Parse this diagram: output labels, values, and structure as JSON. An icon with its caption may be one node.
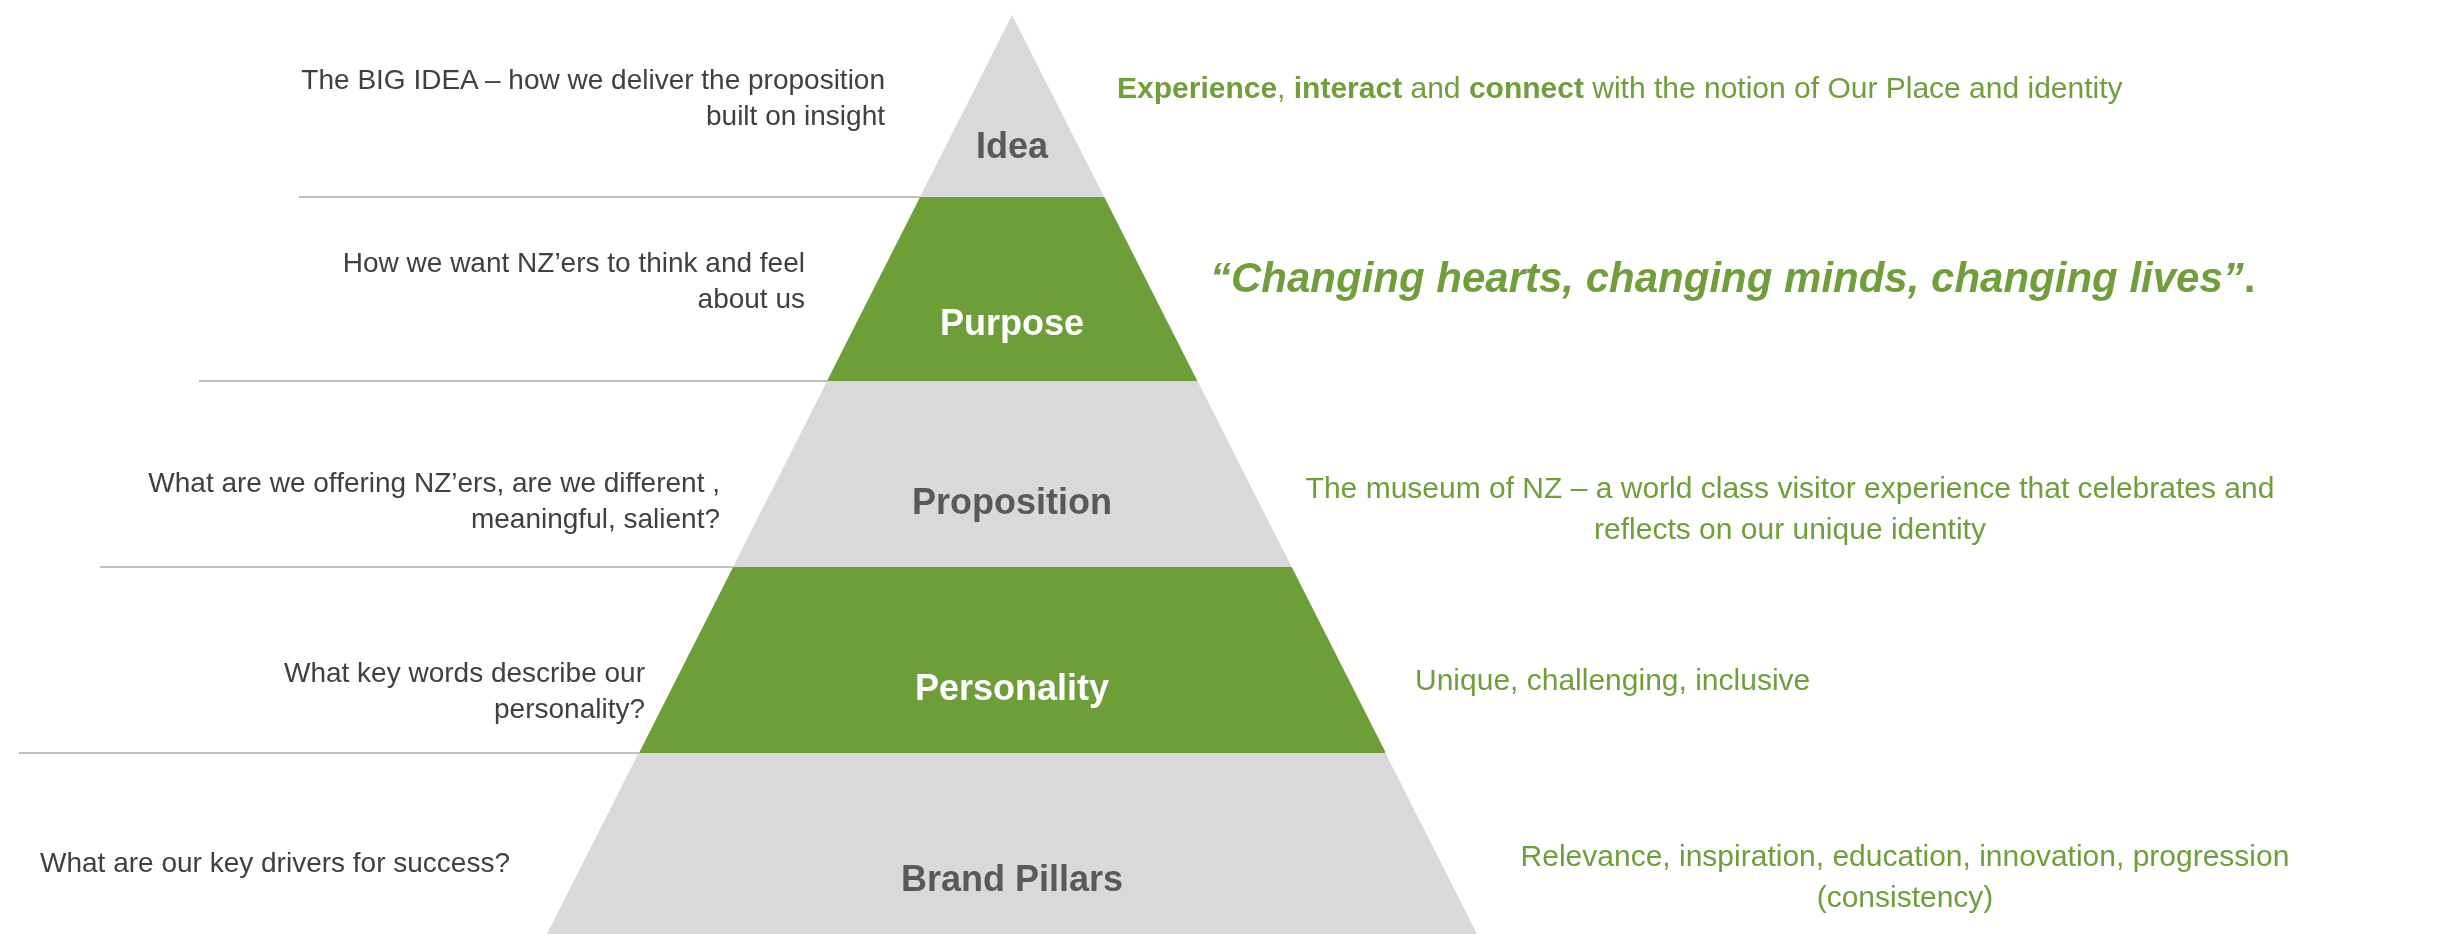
{
  "diagram": {
    "nodes": [
      {
        "text": [
          "Idea"
        ],
        "beside": [
          "The BIG IDEA – how we deliver the proposition built on insight",
          "**Experience**, **interact** and **connect** with the notion of Our Place and identity"
        ]
      },
      {
        "text": [
          "Purpose"
        ],
        "beside": [
          "How we want NZ’ers to think and feel about us",
          "*“Changing hearts, changing minds, changing lives”*."
        ]
      },
      {
        "text": [
          "Proposition"
        ],
        "beside": [
          "What are we offering NZ’ers, are we different , meaningful, salient?",
          "The museum of NZ – a world class visitor experience that celebrates and reflects on our unique identity"
        ]
      },
      {
        "text": [
          "Personality"
        ],
        "beside": [
          "What key words describe our personality?",
          "Unique, challenging, inclusive"
        ]
      },
      {
        "text": [
          "Brand Pillars"
        ],
        "beside": [
          "What are our key drivers  for success?",
          "Relevance, inspiration, education, innovation, progression (consistency)"
        ]
      }
    ]
  }
}
